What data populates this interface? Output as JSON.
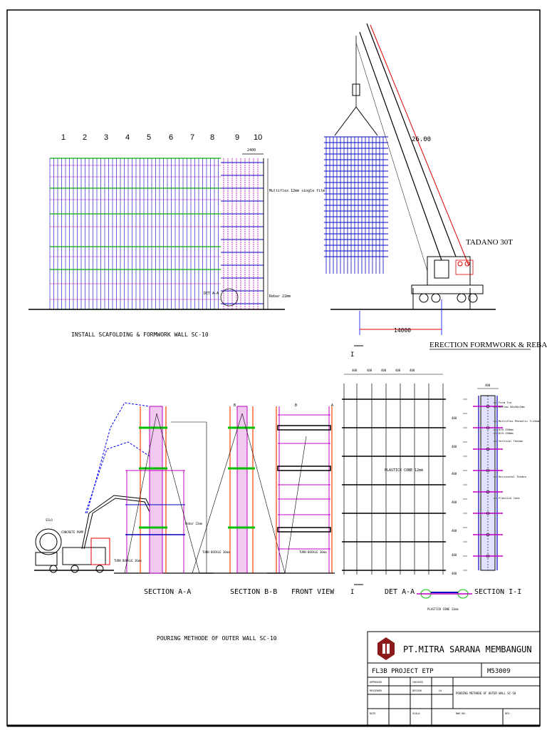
{
  "elevation": {
    "grid_numbers": [
      "1",
      "2",
      "3",
      "4",
      "5",
      "6",
      "7",
      "8",
      "9",
      "10"
    ],
    "dim_top": "2400",
    "note_multiflex": "Multiflex 12mm single film",
    "note_det": "DET A-A",
    "note_rebar": "Rebar 22mm",
    "caption": "INSTALL SCAFOLDING & FORMWORK WALL SC-10"
  },
  "crane": {
    "boom_length": "26.00",
    "crane_name": "TADANO 30T",
    "radius": "14000",
    "caption": "ERECTION FORMWORK & REBAR"
  },
  "sections": {
    "label_a": "SECTION A-A",
    "label_b": "SECTION B-B",
    "label_front": "FRONT VIEW",
    "label_det": "DET A-A",
    "label_i": "SECTION I-I",
    "cut_mark_top": "I",
    "cut_mark_bottom": "I",
    "mark_b_left": "B",
    "mark_b_right": "B",
    "mark_a": "A",
    "note_silo": "SILO",
    "note_concrete": "CONCRETE PUMP",
    "note_turnbuckle_a": "TURN BUCKLE 16mm",
    "note_turnbuckle_b": "TURN BUCKLE 16mm",
    "note_turnbuckle_front": "TURN BUCKLE 16mm",
    "note_rebar_a": "Rebar 22mm",
    "note_plastic_cone_det": "PLASTICK CONE 12mm",
    "det_dims_top": [
      "400",
      "400",
      "400",
      "400",
      "400"
    ],
    "det_dims_side": [
      "400",
      "400",
      "400",
      "400",
      "400",
      "400",
      "400"
    ],
    "note_plastic_cone_bottom": "PLASTICK CONE 12mm",
    "section_i_dim": "400",
    "section_i_notes": [
      "Form Tie",
      "Hollow 50x50x2mm",
      "Multiflex Phenolic T=15mm",
      "D19-150mm",
      "D19-150mm",
      "Vertical Tendon",
      "Horizontal Tendon",
      "Plastick Cone"
    ],
    "caption": "POURING METHODE OF OUTER WALL SC-10"
  },
  "title_block": {
    "company": "PT.MITRA SARANA MEMBANGUN",
    "project": "FL3B PROJECT ETP",
    "drawing_no": "M53009",
    "approved": "APPROVED",
    "checked": "CHECKED",
    "reviewed": "REVIEWED",
    "design": "DESIGN",
    "design_value": "LK",
    "title": "POURING METHODE OF OUTER WALL SC-10",
    "date": "DATE",
    "scale": "SCALA",
    "dwg_no": "DWG NO.",
    "rev": "REV."
  }
}
